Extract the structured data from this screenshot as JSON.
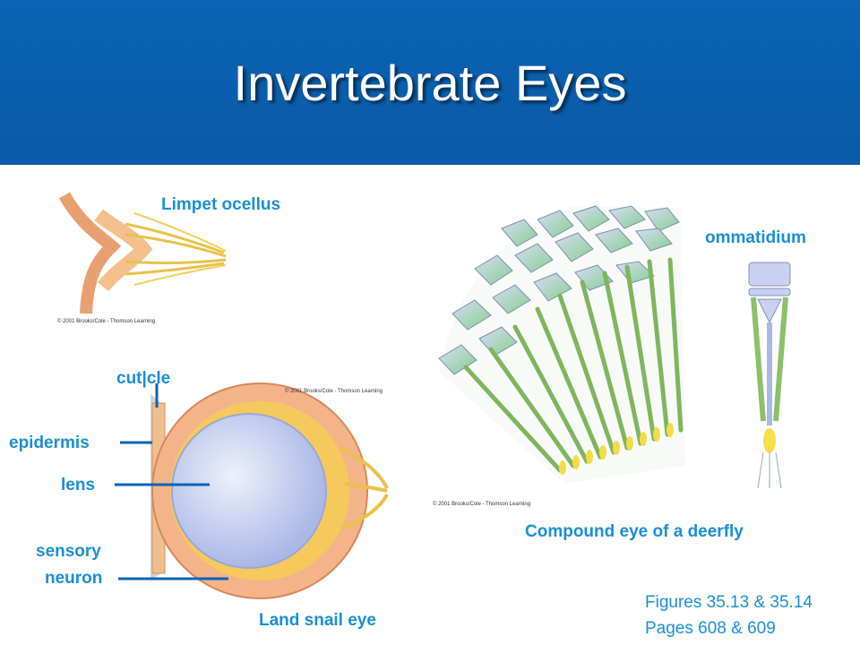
{
  "slide": {
    "title": "Invertebrate Eyes"
  },
  "labels": {
    "limpet": "Limpet ocellus",
    "ommatidium": "ommatidium",
    "cuticle": "cut|cle",
    "epidermis": "epidermis",
    "lens": "lens",
    "sensory_line1": "sensory",
    "sensory_line2": "neuron",
    "land_snail": "Land snail eye",
    "compound": "Compound eye of a deerfly"
  },
  "copyrights": {
    "limpet": "© 2001 Brooks/Cole - Thomson Learning",
    "snail": "© 2001 Brooks/Cole - Thomson Learning",
    "compound": "© 2001 Brooks/Cole - Thomson Learning"
  },
  "figure_refs": {
    "line1": "Figures 35.13 & 35.14",
    "line2": "Pages 608 & 609"
  },
  "colors": {
    "header": "#0b5aa6",
    "label": "#1a8fd6",
    "cell_orange": "#f0a878",
    "neuron_yellow": "#f2cc40",
    "lens_blue": "#c8d4f0",
    "facet_green": "#8fd19a",
    "rod_green": "#8cc06a"
  }
}
